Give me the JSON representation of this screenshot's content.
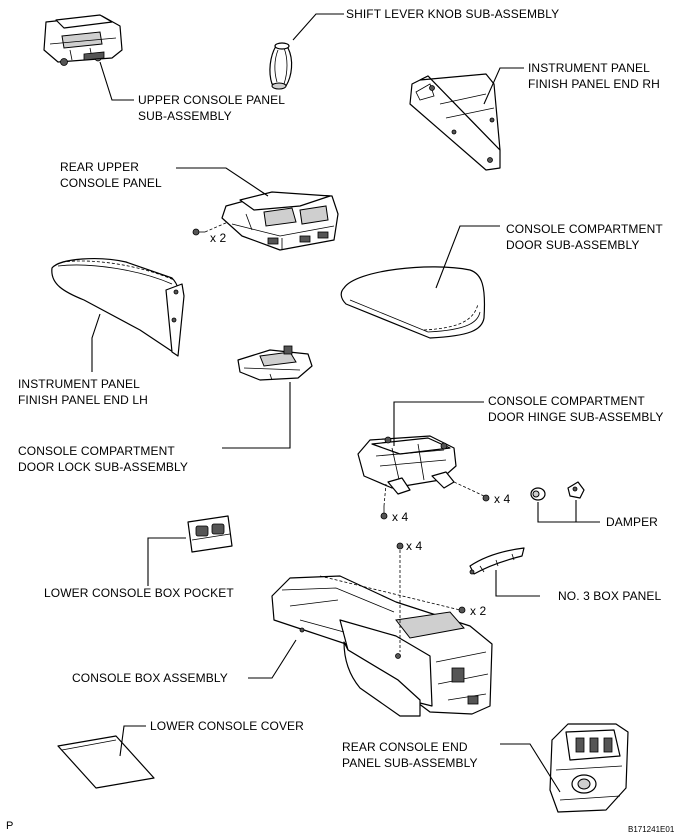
{
  "labels": {
    "shift_lever_knob": "SHIFT LEVER KNOB SUB-ASSEMBLY",
    "upper_console_panel": [
      "UPPER CONSOLE PANEL",
      "SUB-ASSEMBLY"
    ],
    "instrument_panel_rh": [
      "INSTRUMENT PANEL",
      "FINISH PANEL END RH"
    ],
    "rear_upper_console_panel": [
      "REAR UPPER",
      "CONSOLE PANEL"
    ],
    "console_compartment_door": [
      "CONSOLE COMPARTMENT",
      "DOOR SUB-ASSEMBLY"
    ],
    "instrument_panel_lh": [
      "INSTRUMENT PANEL",
      "FINISH PANEL END LH"
    ],
    "console_compartment_hinge": [
      "CONSOLE COMPARTMENT",
      "DOOR HINGE SUB-ASSEMBLY"
    ],
    "console_compartment_lock": [
      "CONSOLE COMPARTMENT",
      "DOOR LOCK SUB-ASSEMBLY"
    ],
    "damper": "DAMPER",
    "lower_console_box_pocket": "LOWER CONSOLE BOX POCKET",
    "no3_box_panel": "NO. 3 BOX PANEL",
    "console_box_assembly": "CONSOLE BOX ASSEMBLY",
    "lower_console_cover": "LOWER CONSOLE COVER",
    "rear_console_end_panel": [
      "REAR CONSOLE END",
      "PANEL SUB-ASSEMBLY"
    ]
  },
  "quantities": {
    "rear_upper_screws": "x 2",
    "hinge_bolts_right": "x 4",
    "hinge_bolts_down": "x 4",
    "console_box_bolts": "x 4",
    "console_box_screws": "x 2"
  },
  "footer": {
    "corner_letter": "P",
    "figure_code": "B171241E01"
  }
}
